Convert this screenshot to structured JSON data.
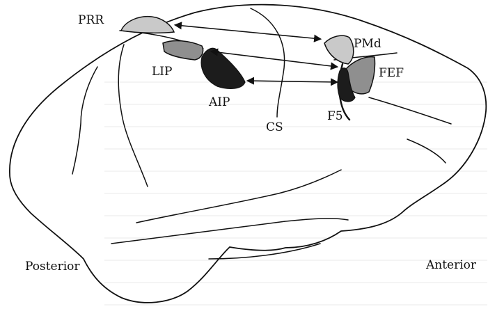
{
  "labels": {
    "prr": "PRR",
    "lip": "LIP",
    "aip": "AIP",
    "cs": "CS",
    "f5": "F5",
    "pmd": "PMd",
    "fef": "FEF",
    "posterior": "Posterior",
    "anterior": "Anterior"
  },
  "colors": {
    "outline": "#111111",
    "light_region": "#c9c9c9",
    "medium_region": "#8f8f8f",
    "dark_region": "#1c1c1c",
    "bleed_text": "#c8c8c8"
  },
  "icons": {
    "arrow": "double-headed-arrow"
  }
}
